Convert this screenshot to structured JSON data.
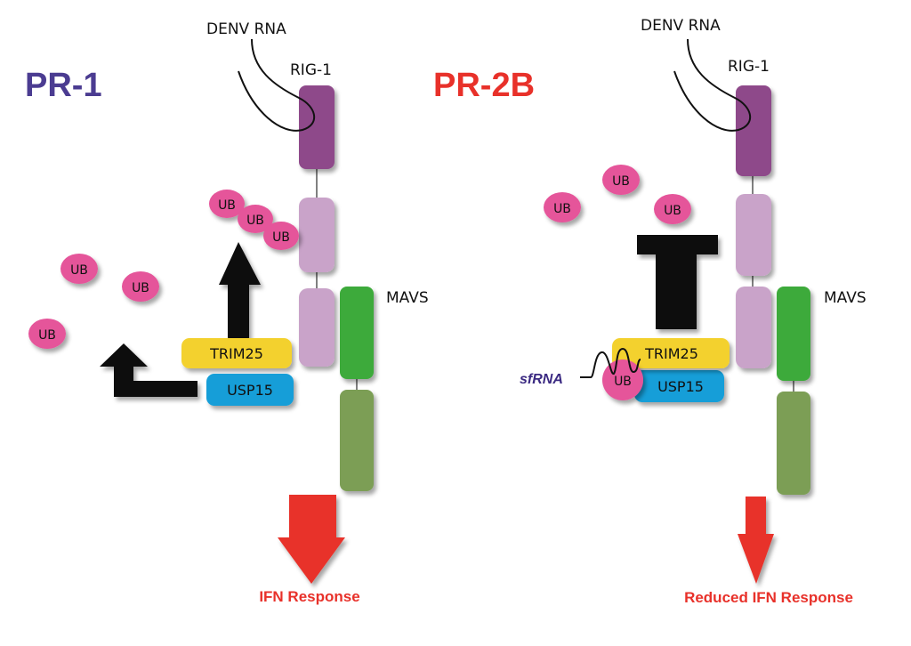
{
  "panel_left": {
    "title": "PR-1",
    "title_color": "#4B3C91",
    "denv_label": "DENV RNA",
    "rig_label": "RIG-1",
    "mavs_label": "MAVS",
    "trim_label": "TRIM25",
    "usp_label": "USP15",
    "ub_label": "UB",
    "response_label": "IFN Response"
  },
  "panel_right": {
    "title": "PR-2B",
    "title_color": "#E8312A",
    "denv_label": "DENV RNA",
    "rig_label": "RIG-1",
    "mavs_label": "MAVS",
    "trim_label": "TRIM25",
    "usp_label": "USP15",
    "ub_label": "UB",
    "sfrna_label": "sfRNA",
    "sfrna_color": "#3B2A82",
    "response_label": "Reduced IFN Response"
  },
  "colors": {
    "rig_card": "#8E4A8A",
    "rig_card_light": "#C9A3C9",
    "mavs_top": "#3DAA3A",
    "mavs_bottom": "#7C9E55",
    "trim": "#F3D12D",
    "usp": "#139ED8",
    "ub": "#E5549A",
    "arrow_black": "#111111",
    "arrow_red": "#E8312A",
    "response_text": "#E8312A"
  }
}
